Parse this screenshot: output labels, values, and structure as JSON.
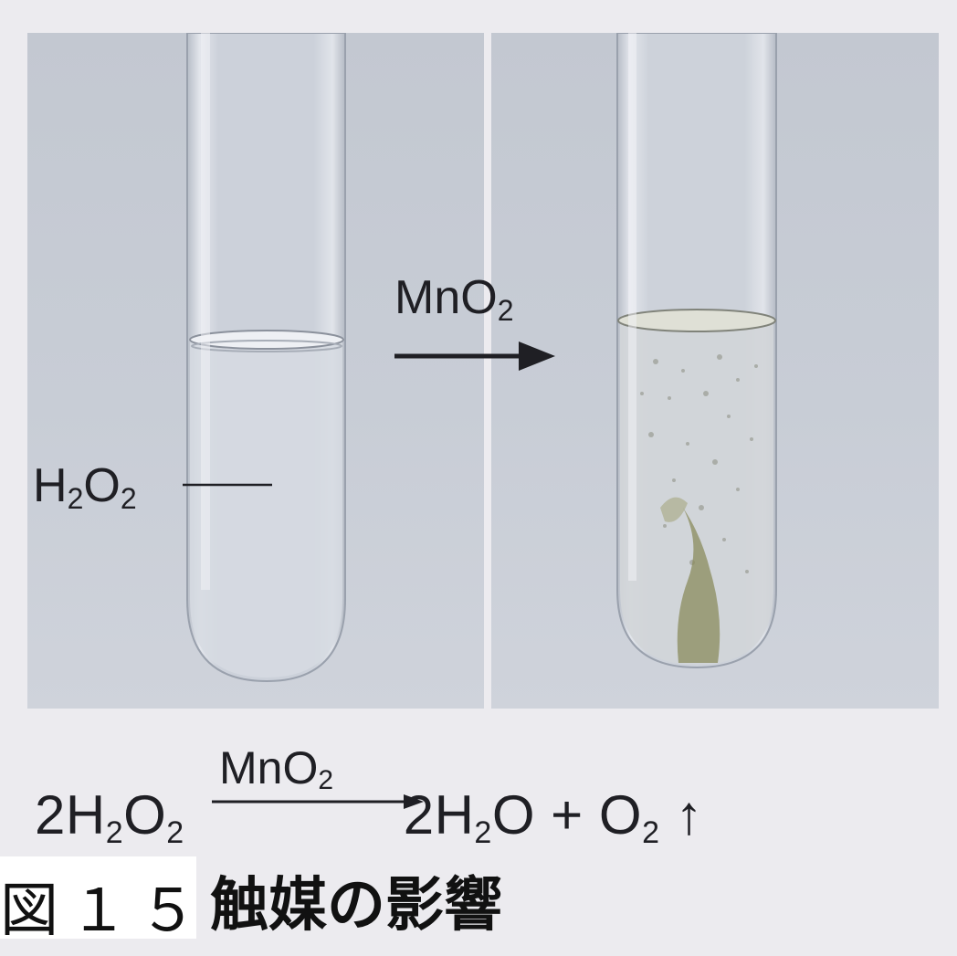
{
  "left_photo": {
    "label": {
      "main": "H",
      "sub1": "2",
      "main2": "O",
      "sub2": "2"
    }
  },
  "reaction_arrow": {
    "reagent": {
      "main": "MnO",
      "sub": "2"
    }
  },
  "equation": {
    "lhs": {
      "coef": "2H",
      "s1": "2",
      "o": "O",
      "s2": "2"
    },
    "over": {
      "main": "MnO",
      "sub": "2"
    },
    "rhs": {
      "p1": "2H",
      "s1": "2",
      "p2": "O + O",
      "s2": "2",
      "tail": " ↑"
    }
  },
  "figure": {
    "number": "図１５",
    "title": "触媒の影響"
  },
  "colors": {
    "photo_bg": "#c8cdd6",
    "page_bg": "#ecebef",
    "text": "#1f1f24",
    "mno2_sediment": "#8a8b5c"
  }
}
